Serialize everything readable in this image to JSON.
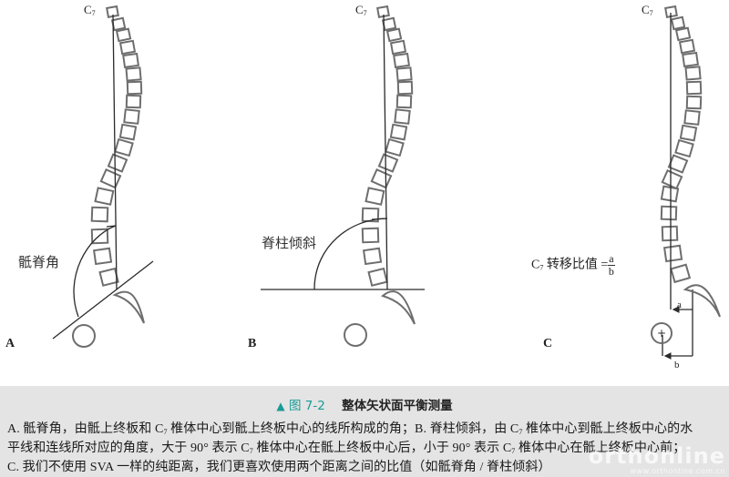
{
  "figure": {
    "panels": [
      {
        "id": "A",
        "letter": "A",
        "c7_label": "C",
        "c7_sub": "7",
        "angle_label": "骶脊角"
      },
      {
        "id": "B",
        "letter": "B",
        "c7_label": "C",
        "c7_sub": "7",
        "angle_label": "脊柱倾斜"
      },
      {
        "id": "C",
        "letter": "C",
        "c7_label": "C",
        "c7_sub": "7",
        "ratio_prefix": "C",
        "ratio_prefix_sub": "7",
        "ratio_label": "转移比值 =",
        "ratio_numerator": "a",
        "ratio_denominator": "b",
        "distance_a_label": "a",
        "distance_b_label": "b"
      }
    ],
    "colors": {
      "vertebra_stroke": "#6e6e6e",
      "line_stroke": "#2a2a2a"
    }
  },
  "caption": {
    "triangle": "▲",
    "figure_number": "图 7-2",
    "title": "整体矢状面平衡测量",
    "lines": [
      {
        "p1": "A. 骶脊角，由骶上终板和 C",
        "s1": "7",
        "p2": " 椎体中心到骶上终板中心的线所构成的角；B. 脊柱倾斜，由 C",
        "s2": "7",
        "p3": " 椎体中心到骶上终板中心的水"
      },
      {
        "p1": "平线和连线所对应的角度，大于 90°  表示 C",
        "s1": "7",
        "p2": " 椎体中心在骶上终板中心后，小于 90°  表示 C",
        "s2": "7",
        "p3": " 椎体中心在骶上终板中心前；"
      },
      {
        "p1": "C. 我们不使用 SVA 一样的纯距离，我们更喜欢使用两个距离之间的比值（如骶脊角 / 脊柱倾斜）"
      }
    ],
    "accent_color": "#1a9b95",
    "background": "#e4e4e4"
  },
  "watermark": {
    "main": "orthonline",
    "url": "www.orthonline.com.cn"
  }
}
